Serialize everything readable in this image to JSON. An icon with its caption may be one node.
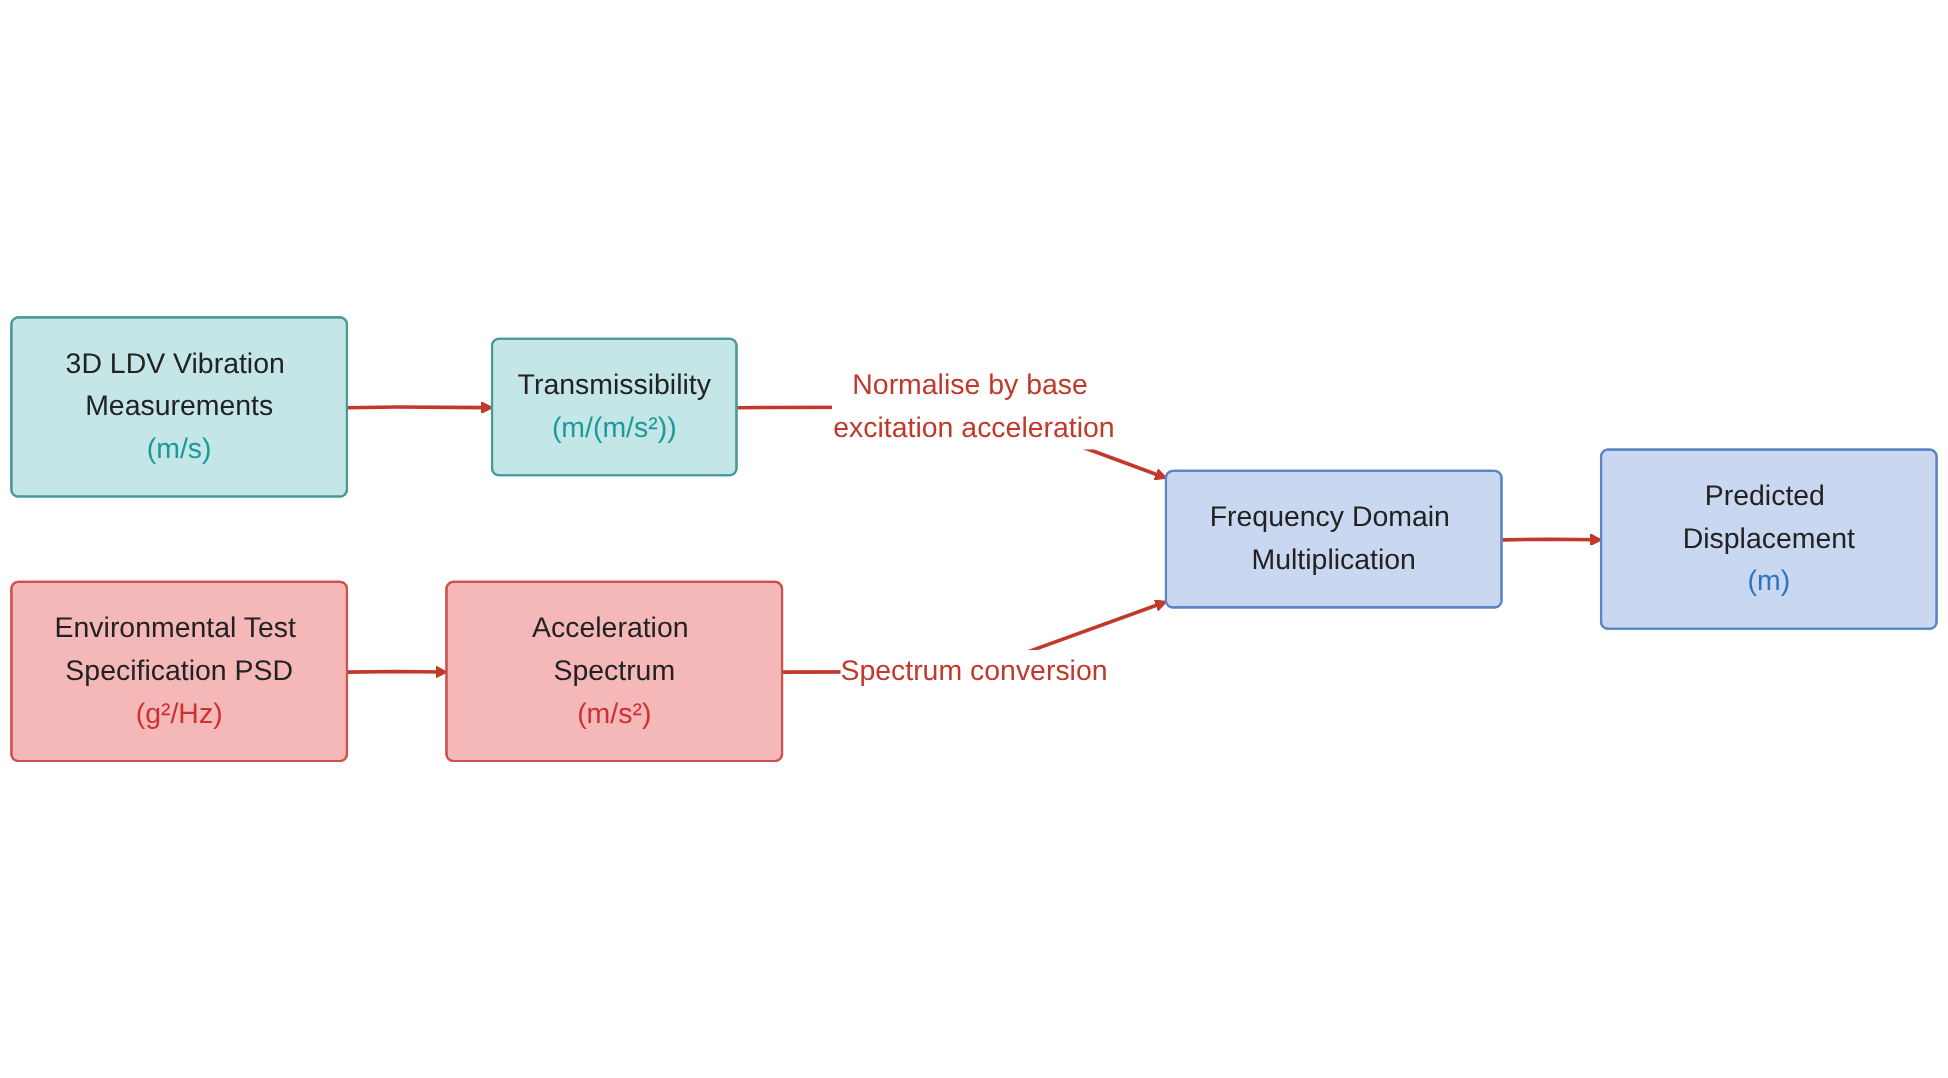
{
  "diagram": {
    "nodes": [
      {
        "text": [
          "3D LDV Vibration Measurements",
          "(m/s)"
        ]
      },
      {
        "text": [
          "Transmissibility",
          "(m/(m/s²))"
        ]
      },
      {
        "text": [
          "Frequency Domain Multiplication"
        ]
      },
      {
        "text": [
          "Predicted Displacement",
          "(m)"
        ]
      },
      {
        "text": [
          "Environmental Test Specification PSD",
          "(g²/Hz)"
        ]
      },
      {
        "text": [
          "Acceleration Spectrum",
          "(m/s²)"
        ]
      }
    ],
    "edges": [
      {
        "from": 0,
        "to": 1,
        "arrow": "to"
      },
      {
        "from": 1,
        "to": 2,
        "arrow": "to",
        "label": "Normalise by base excitation acceleration"
      },
      {
        "from": 2,
        "to": 3,
        "arrow": "to"
      },
      {
        "from": 4,
        "to": 5,
        "arrow": "to"
      },
      {
        "from": 5,
        "to": 2,
        "arrow": "to",
        "label": "Spectrum conversion"
      }
    ]
  }
}
